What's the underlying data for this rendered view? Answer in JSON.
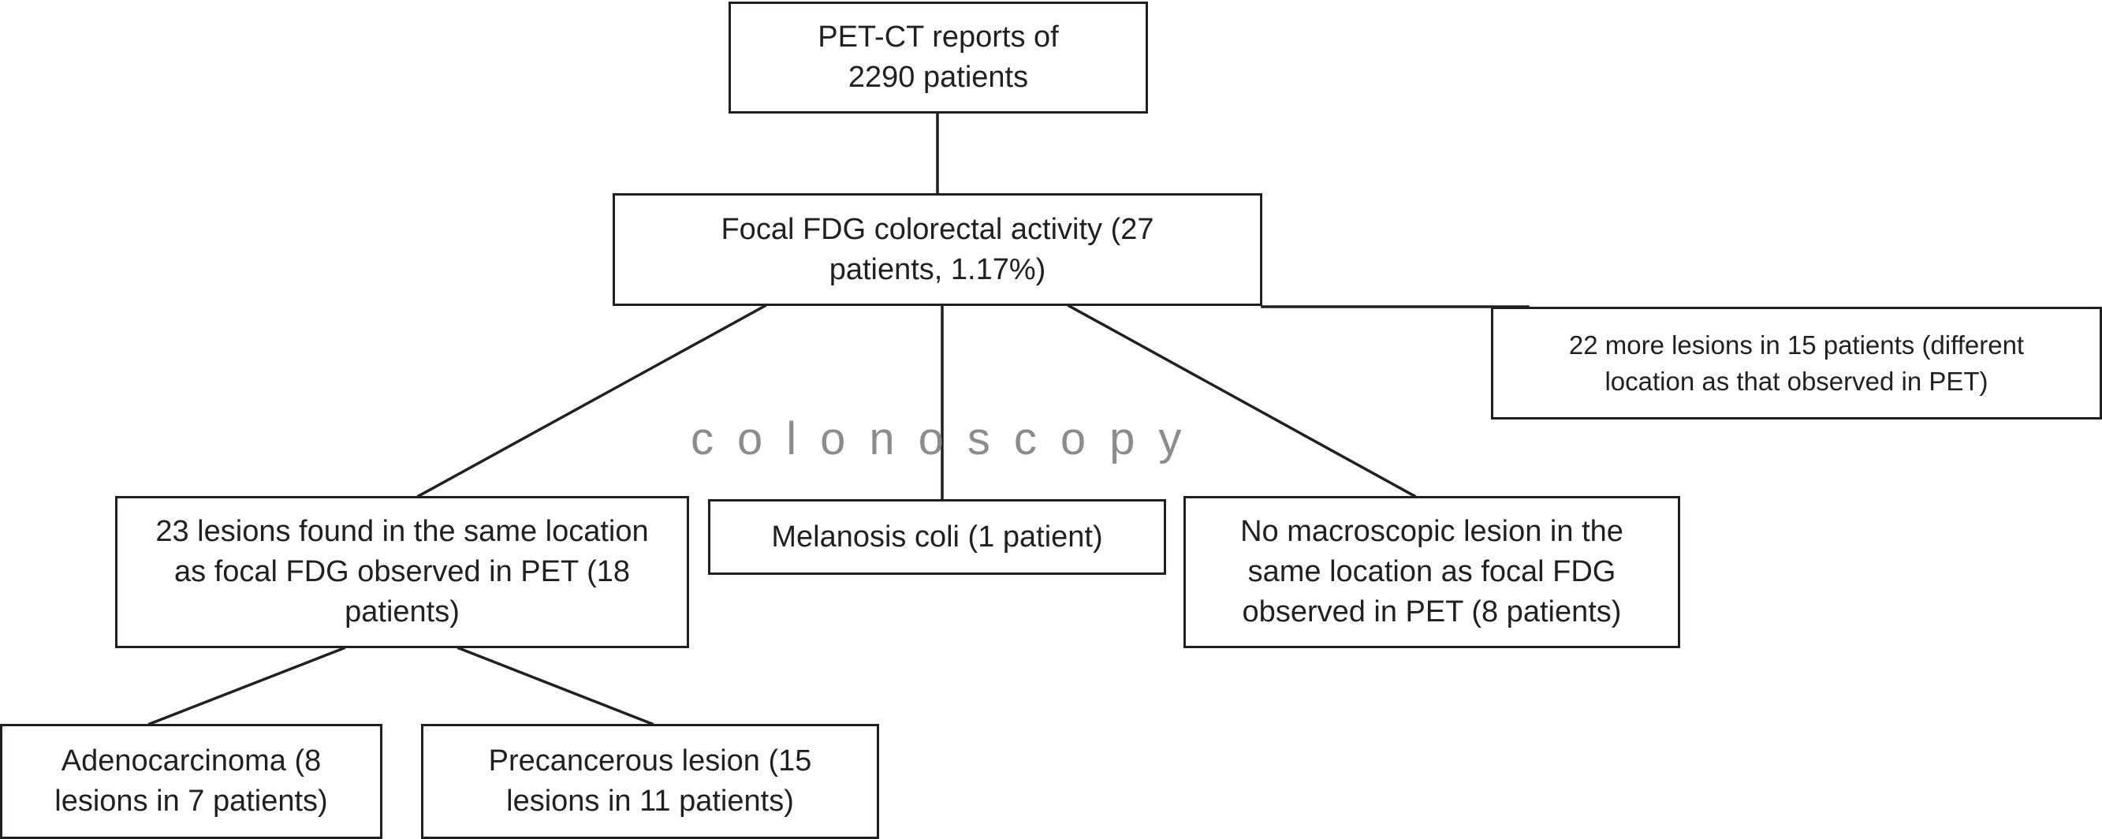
{
  "boxes": {
    "reports": "PET-CT reports of 2290 patients",
    "focal": "Focal FDG colorectal activity (27 patients, 1.17%)",
    "more_lesions": "22 more lesions in 15 patients (different location as that observed in PET)",
    "same_location": "23 lesions found in the same location as focal FDG observed in PET (18 patients)",
    "melanosis": "Melanosis coli (1 patient)",
    "no_macroscopic": "No macroscopic lesion in the same location as focal FDG observed in PET (8 patients)",
    "adenocarcinoma": "Adenocarcinoma (8 lesions in 7 patients)",
    "precancerous": "Precancerous lesion (15 lesions in 11 patients)"
  },
  "edge_label": "colonoscopy",
  "colors": {
    "line": "#231f20",
    "label": "#8c8c8c"
  }
}
